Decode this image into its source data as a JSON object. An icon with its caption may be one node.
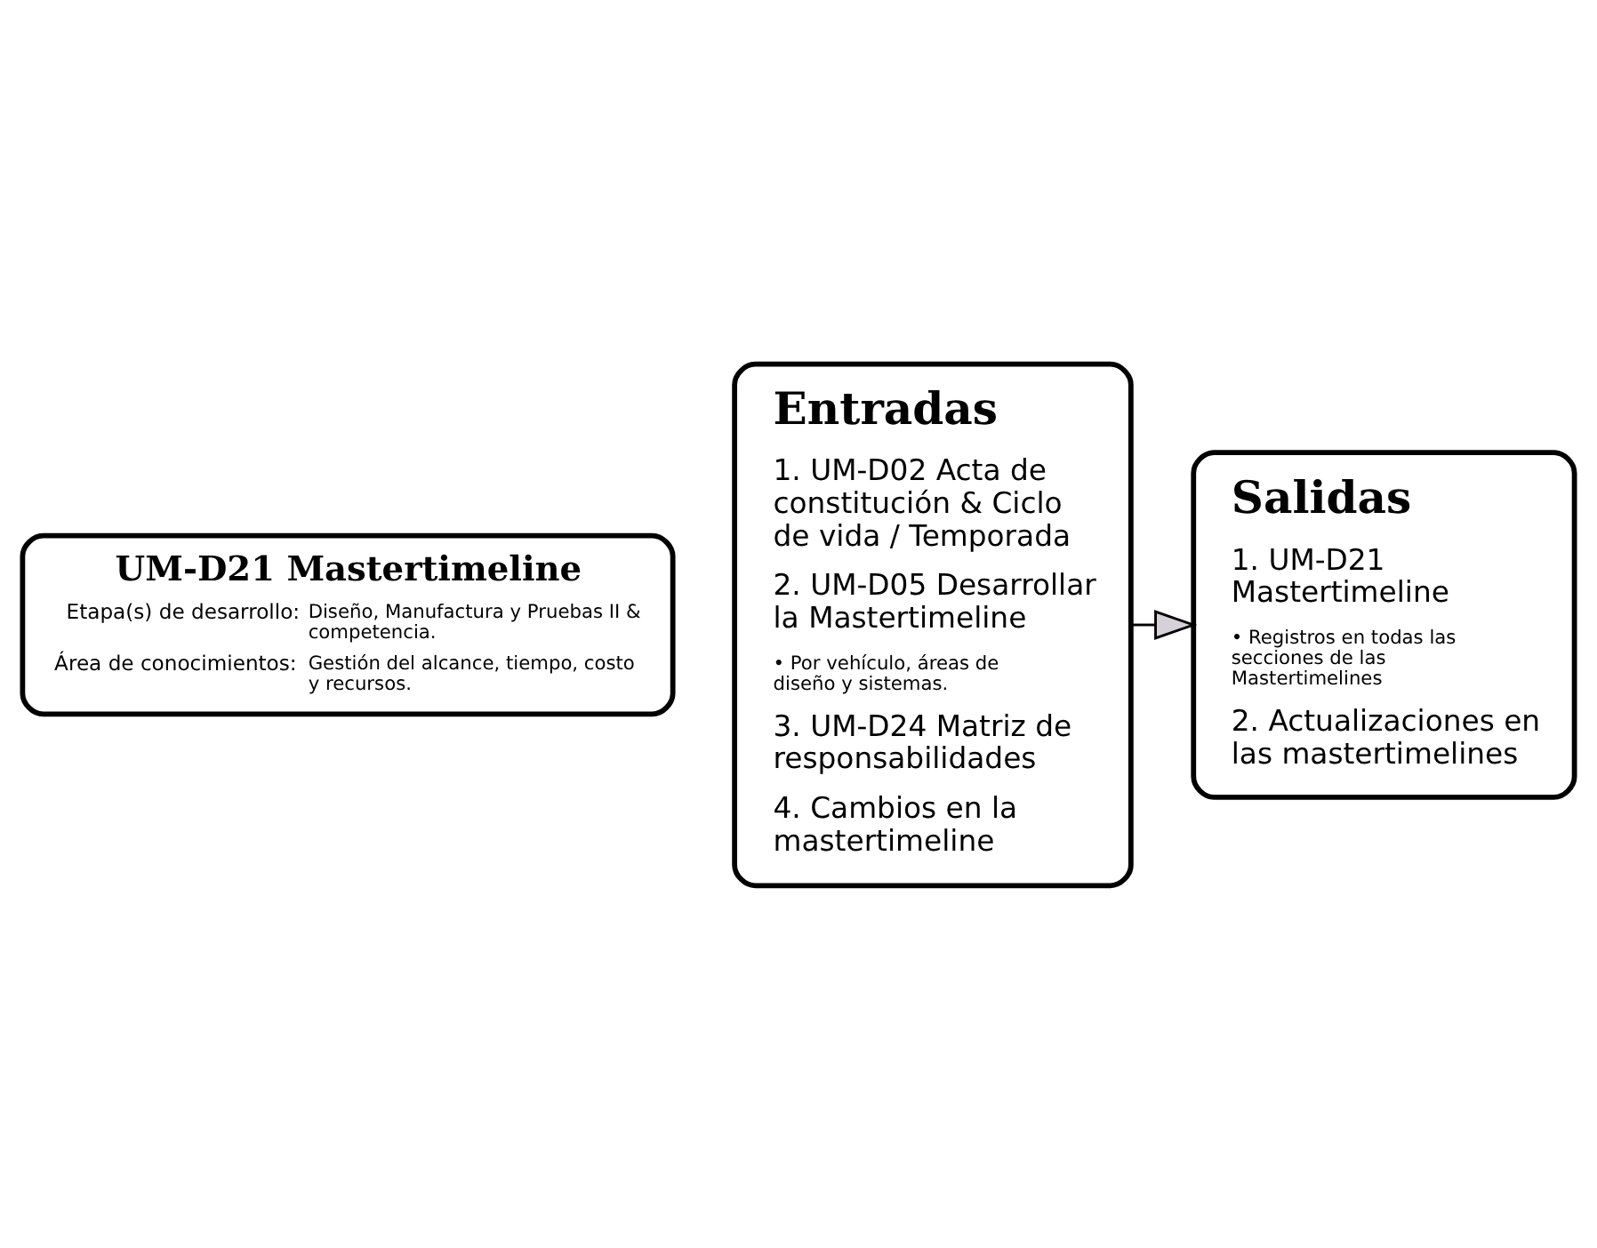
{
  "diagram": {
    "nodes": [
      {
        "text": [
          "UM-D21 Mastertimeline",
          "Etapa(s) de desarrollo:",
          "Diseño, Manufactura y Pruebas II & competencia.",
          "Área de conocimientos:",
          "Gestión del alcance, tiempo, costo y recursos."
        ]
      },
      {
        "text": [
          "Entradas",
          "1. UM-D02 Acta de constitución & Ciclo de vida / Temporada",
          "2. UM-D05 Desarrollar la Mastertimeline",
          "• Por vehículo, áreas de diseño y sistemas.",
          "3. UM-D24 Matriz de responsabilidades",
          "4. Cambios en la mastertimeline"
        ]
      },
      {
        "text": [
          "Salidas",
          "1. UM-D21 Mastertimeline",
          "• Registros en todas las secciones de las Mastertimelines",
          "2. Actualizaciones en las mastertimelines"
        ]
      }
    ],
    "edges": [
      {
        "from": 1,
        "to": 2,
        "arrow": "to"
      }
    ]
  }
}
